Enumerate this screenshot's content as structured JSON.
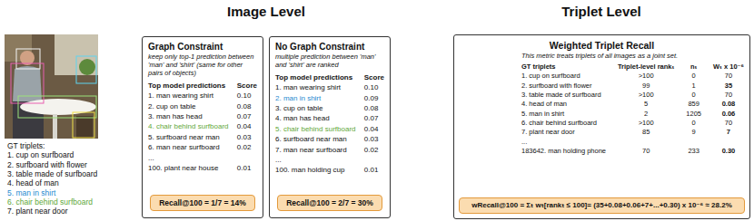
{
  "diagram": {
    "nodes": [
      {
        "text": [
          "Graph Constraint",
          "keep only top-1 prediction between 'man' and 'shirt' (same for other pairs of objects)",
          "Top model predictions",
          "Score",
          "1. man wearing shirt",
          "0.10",
          "2. cup on table",
          "0.08",
          "3. man has head",
          "0.07",
          "4. chair behind surfboard",
          "0.04",
          "5. surfboard near man",
          "0.03",
          "6. man near surfboard",
          "0.02",
          "...",
          "100. plant near house",
          "0.01"
        ]
      },
      {
        "text": [
          "Recall@100 = 1/7 = 14%"
        ],
        "in": 0
      },
      {
        "text": [
          "No Graph Constraint",
          "multiple prediction between 'man' and 'shirt' are ranked",
          "Top model predictions",
          "Score",
          "1. man wearing shirt",
          "0.10",
          "2. man in shirt",
          "0.09",
          "3. cup on table",
          "0.08",
          "4. man has head",
          "0.07",
          "5. chair behind surfboard",
          "0.04",
          "6. surfboard near man",
          "0.03",
          "7. man near surfboard",
          "0.02",
          "...",
          "100. man holding cup",
          "0.01"
        ]
      },
      {
        "text": [
          "Recall@100 = 2/7 = 30%"
        ],
        "in": 2
      },
      {
        "text": [
          "Weighted Triplet Recall",
          "This metric treats triplets of all images as a joint set.",
          "GT triplets",
          "Triplet-level rankₜ",
          "nₜ",
          "Wₜ x 10⁻⁶",
          "1. cup on surfboard",
          ">100",
          "0",
          "70",
          "2. surfboard with flower",
          "99",
          "1",
          "35",
          "3. table made of surfboard",
          ">100",
          "0",
          "70",
          "4. head of man",
          "5",
          "859",
          "0.08",
          "5. man in shirt",
          "2",
          "1205",
          "0.06",
          "6. chair behind surfboard",
          ">100",
          "0",
          "70",
          "7. plant near door",
          "85",
          "9",
          "7",
          "...",
          "183642. man holding phone",
          "70",
          "233",
          "0.30"
        ]
      },
      {
        "text": [
          "wRecall@100 = Σₜ wₜ[rankₜ ≤ 100]= (35+0.08+0.06+7+...+0.30) x 10⁻⁶ ≈ 28.2%"
        ],
        "in": 4
      }
    ],
    "labels": [
      "Image Level",
      "Triplet Level",
      "GT triplets:",
      "1. cup on surfboard",
      "2. surfboard with flower",
      "3. table made of surfboard",
      "4. head of man",
      "5. man in shirt",
      "6. chair behind surfboard",
      "7. plant near door",
      "..."
    ]
  }
}
